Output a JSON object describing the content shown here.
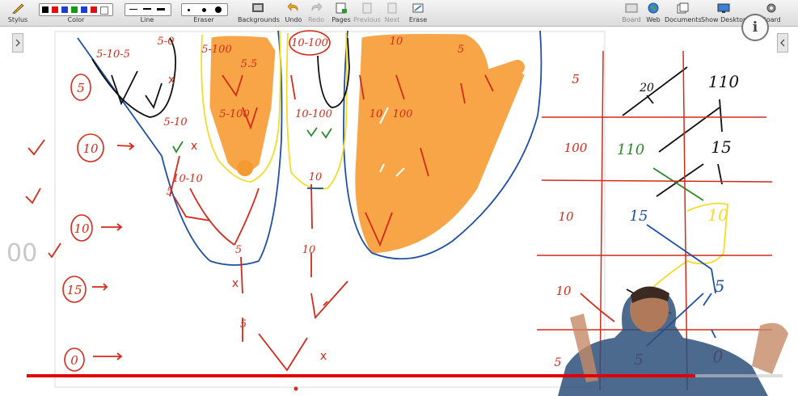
{
  "toolbar": {
    "stylus": "Stylus",
    "color": "Color",
    "line": "Line",
    "eraser": "Eraser",
    "backgrounds": "Backgrounds",
    "undo": "Undo",
    "redo": "Redo",
    "pages": "Pages",
    "previous": "Previous",
    "next": "Next",
    "erase": "Erase",
    "board": "Board",
    "web": "Web",
    "documents": "Documents",
    "show_desktop": "Show Desktop",
    "board_menu": "Board"
  },
  "colors": {
    "ink_red": "#d42a1a",
    "ink_blue": "#1f4fa6",
    "ink_black": "#111111",
    "ink_yellow": "#f2dc2a",
    "ink_green": "#2a8a2a",
    "highlight_orange": "#f7a546",
    "progress": "#e50000"
  },
  "video": {
    "progress": 0.885
  },
  "board": {
    "left_labels": [
      "5",
      "10",
      "10",
      "15",
      "0"
    ],
    "tree_tags": [
      "5-10-5",
      "5-0",
      "5-100",
      "5.5",
      "10-100",
      "10-100",
      "10",
      "100",
      "5-10",
      "5-100",
      "10-10",
      "10",
      "10",
      "5",
      "10",
      "5",
      "5",
      "5"
    ],
    "grid_left": [
      "5",
      "100",
      "10",
      "10"
    ],
    "grid_mid": [
      "20",
      "110",
      "15"
    ],
    "grid_right": [
      "110",
      "15",
      "10",
      "5",
      "0"
    ],
    "grid_bottom": [
      "5",
      "5"
    ],
    "marks": [
      "x",
      "x",
      "x",
      "x"
    ]
  }
}
